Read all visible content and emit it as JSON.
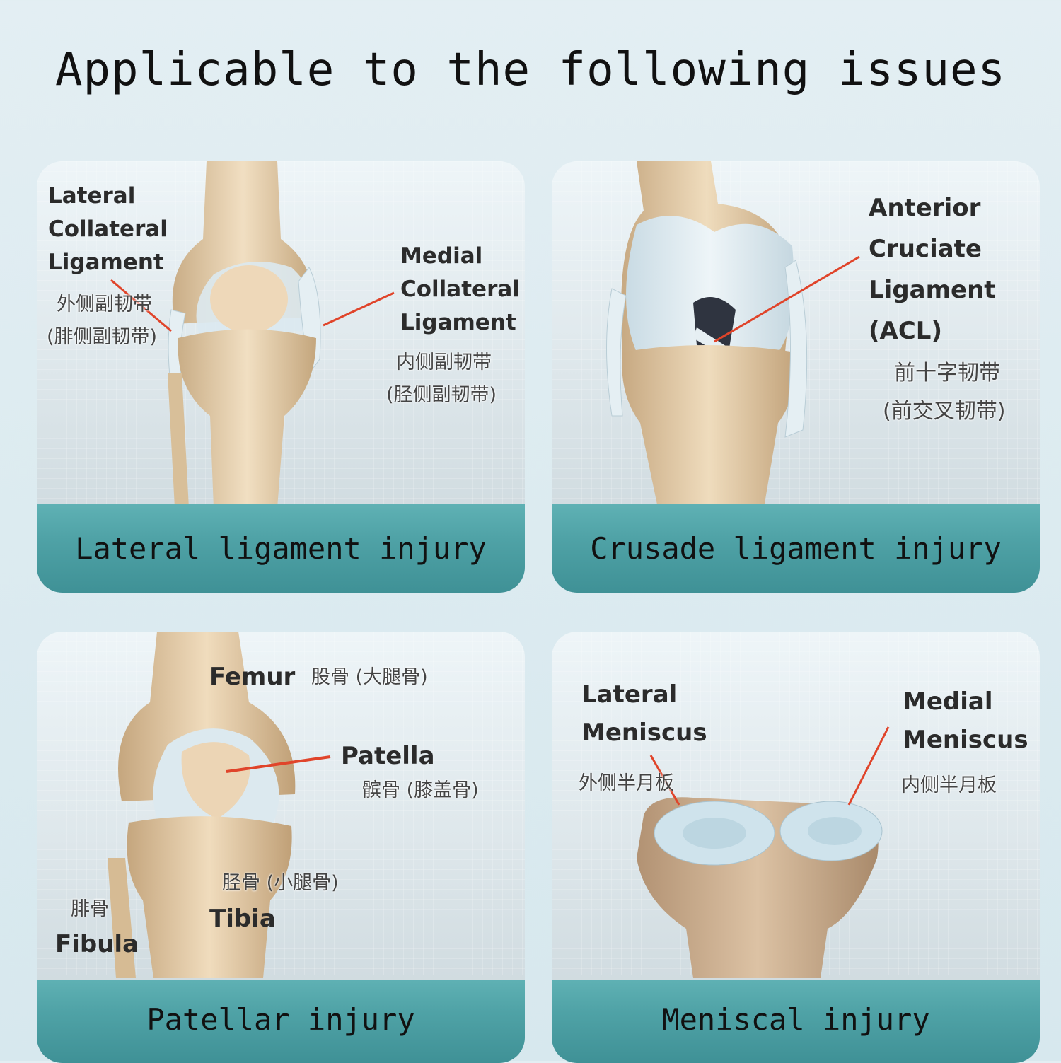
{
  "title": "Applicable to the following issues",
  "panels": [
    {
      "caption": "Lateral ligament injury",
      "labels": {
        "lcl_en_1": "Lateral",
        "lcl_en_2": "Collateral",
        "lcl_en_3": "Ligament",
        "lcl_cn_1": "外侧副韧带",
        "lcl_cn_2": "(腓侧副韧带)",
        "mcl_en_1": "Medial",
        "mcl_en_2": "Collateral",
        "mcl_en_3": "Ligament",
        "mcl_cn_1": "内侧副韧带",
        "mcl_cn_2": "(胫侧副韧带)"
      }
    },
    {
      "caption": "Crusade ligament injury",
      "labels": {
        "acl_en_1": "Anterior",
        "acl_en_2": "Cruciate",
        "acl_en_3": "Ligament",
        "acl_en_4": "(ACL)",
        "acl_cn_1": "前十字韧带",
        "acl_cn_2": "(前交叉韧带)"
      }
    },
    {
      "caption": "Patellar injury",
      "labels": {
        "femur_en": "Femur",
        "femur_cn": "股骨 (大腿骨)",
        "patella_en": "Patella",
        "patella_cn": "髌骨 (膝盖骨)",
        "tibia_cn": "胫骨 (小腿骨)",
        "tibia_en": "Tibia",
        "fibula_cn": "腓骨",
        "fibula_en": "Fibula"
      }
    },
    {
      "caption": "Meniscal injury",
      "labels": {
        "lat_en_1": "Lateral",
        "lat_en_2": "Meniscus",
        "lat_cn": "外侧半月板",
        "med_en_1": "Medial",
        "med_en_2": "Meniscus",
        "med_cn": "内侧半月板"
      }
    }
  ],
  "colors": {
    "bone": "#e8d2b0",
    "cartilage": "#d6e6ee",
    "pointer": "#e0442a",
    "caption_bar": "#4fa2a6"
  }
}
